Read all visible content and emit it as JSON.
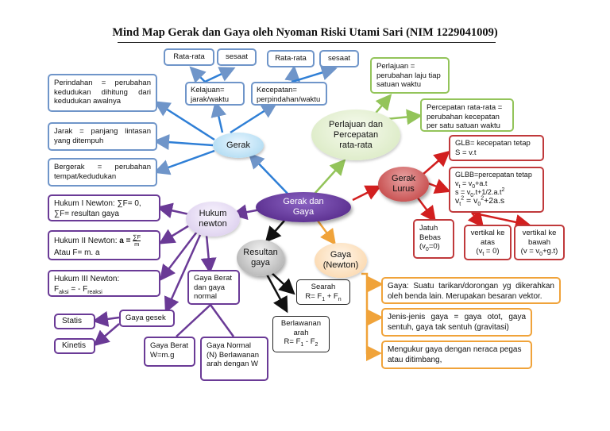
{
  "title": "Mind Map  Gerak dan Gaya oleh Nyoman Riski Utami Sari (NIM 1229041009)",
  "colors": {
    "blue": "#6f95c9",
    "purple": "#6a3a96",
    "green": "#93c45a",
    "red": "#c0393b",
    "orange": "#f0a33a",
    "black": "#222222"
  },
  "center": "Gerak dan Gaya",
  "gerak": {
    "label": "Gerak",
    "rata_rata_1": "Rata-rata",
    "sesaat_1": "sesaat",
    "rata_rata_2": "Rata-rata",
    "sesaat_2": "sesaat",
    "kelajuan": "Kelajuan= jarak/waktu",
    "kecepatan": "Kecepatan= perpindahan/waktu",
    "perindahan": "Perindahan = perubahan kedudukan dihitung dari kedudukan awalnya",
    "jarak": "Jarak = panjang lintasan yang ditempuh",
    "bergerak": "Bergerak = perubahan tempat/kedudukan"
  },
  "perlajuan": {
    "label": "Perlajuan dan Percepatan rata-rata",
    "def_perlajuan": "Perlajuan = perubahan laju tiap satuan waktu",
    "def_percepatan": "Percepatan rata-rata = perubahan kecepatan per satu satuan waktu"
  },
  "gerak_lurus": {
    "label": "Gerak Lurus",
    "glb_1": "GLB= kecepatan tetap",
    "glb_2": "S = v.t",
    "glbb_1": "GLBB=percepatan tetap",
    "glbb_vt_a": "v",
    "glbb_vt_sub": "t",
    "glbb_vt_b": " = v",
    "glbb_vt_sub0": "0",
    "glbb_vt_c": "+a.t",
    "glbb_s_a": "s = v",
    "glbb_s_sub0": "0",
    "glbb_s_b": ".t+1/2.a.t",
    "glbb_s_sup": "2",
    "glbb_v2_a": "v",
    "glbb_v2_sub": "t",
    "glbb_v2_sup": "2",
    "glbb_v2_b": " = v",
    "glbb_v2_sub0": "0",
    "glbb_v2_sup2": "2",
    "glbb_v2_c": "+2a.s",
    "jatuh_1": "Jatuh Bebas",
    "jatuh_2a": "(v",
    "jatuh_2sub": "0",
    "jatuh_2b": "=0)",
    "vatas_1": "vertikal ke atas",
    "vatas_2a": "(v",
    "vatas_2sub": "t",
    "vatas_2b": " = 0)",
    "vbawah_1": "vertikal ke bawah",
    "vbawah_2a": "(v = v",
    "vbawah_2sub": "0",
    "vbawah_2b": "+g.t)"
  },
  "hukum": {
    "label": "Hukum newton",
    "h1_a": "Hukum I Newton: ",
    "h1_b": "∑F= 0,",
    "h1_c": "∑F= resultan gaya",
    "h2_a": "Hukum II Newton: ",
    "h2_b": "a = ",
    "h2_num": "∑F",
    "h2_den": "m",
    "h2_c": "Atau F= m. a",
    "h3_a": "Hukum III Newton:",
    "h3_b": "F",
    "h3_sub1": "aksi",
    "h3_c": " = - F",
    "h3_sub2": "reaksi",
    "gaya_berat_normal": "Gaya Berat dan gaya normal",
    "gaya_gesek": "Gaya gesek",
    "statis": "Statis",
    "kinetis": "Kinetis",
    "gaya_berat": "Gaya Berat W=m.g",
    "gaya_normal": "Gaya Normal (N) Berlawanan arah dengan W"
  },
  "resultan": {
    "label": "Resultan gaya",
    "searah_1": "Searah",
    "searah_2a": "R= F",
    "searah_2sub1": "1",
    "searah_2b": " + F",
    "searah_2sub2": "n",
    "berlawanan_1": "Berlawanan arah",
    "berlawanan_2a": "R= F",
    "berlawanan_2sub1": "1",
    "berlawanan_2b": " - F",
    "berlawanan_2sub2": "2"
  },
  "gaya": {
    "label": "Gaya (Newton)",
    "def": "Gaya: Suatu tarikan/dorongan yg dikerahkan oleh benda lain. Merupakan besaran vektor.",
    "jenis": "Jenis-jenis gaya = gaya otot, gaya sentuh, gaya tak sentuh (gravitasi)",
    "ukur": "Mengukur gaya dengan neraca pegas atau ditimbang,"
  }
}
